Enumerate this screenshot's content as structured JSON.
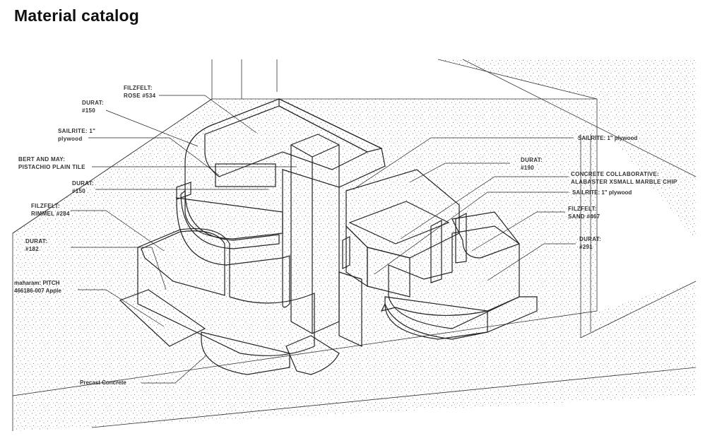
{
  "header": {
    "title": "Material catalog"
  },
  "colors": {
    "pink": "#e7a4d3",
    "pink_dark": "#b883a8",
    "blue": "#6e98d0",
    "blue_light": "#a9c2e4",
    "yellow": "#e0ec50",
    "tan": "#c7b16f",
    "tan_dark": "#a68f52",
    "teal": "#2f6f66",
    "mint": "#c9eee2",
    "grey_green": "#a7b5a5",
    "stipple": "#555555"
  },
  "labels": [
    {
      "id": "filzfelt-rose",
      "lines": [
        "FILZFELT:",
        "ROSE #534"
      ]
    },
    {
      "id": "durat-150-a",
      "lines": [
        "DURAT:",
        "#150"
      ]
    },
    {
      "id": "sailrite-a",
      "lines": [
        "SAILRITE: 1\"",
        "plywood"
      ]
    },
    {
      "id": "bert-and-may",
      "lines": [
        "BERT AND MAY:",
        "PISTACHIO PLAIN TILE"
      ]
    },
    {
      "id": "durat-150-b",
      "lines": [
        "DURAT:",
        "#150"
      ]
    },
    {
      "id": "filzfelt-rimmel",
      "lines": [
        "FILZFELT:",
        "RIMMEL #284"
      ]
    },
    {
      "id": "durat-182",
      "lines": [
        "DURAT:",
        "#182"
      ]
    },
    {
      "id": "maharam-pitch",
      "lines": [
        "maharam: PITCH",
        "466186-007 Apple"
      ]
    },
    {
      "id": "precast-concrete",
      "lines": [
        "Precast Concrete"
      ]
    },
    {
      "id": "sailrite-b",
      "lines": [
        "SAILRITE: 1\" plywood"
      ]
    },
    {
      "id": "durat-190",
      "lines": [
        "DURAT:",
        "#190"
      ]
    },
    {
      "id": "concrete-collaborative",
      "lines": [
        "CONCRETE COLLABORATIVE:",
        "ALABASTER XSMALL MARBLE CHIP"
      ]
    },
    {
      "id": "sailrite-c",
      "lines": [
        "SAILRITE: 1\" plywood"
      ]
    },
    {
      "id": "filzfelt-sand",
      "lines": [
        "FILZFELT:",
        "SAND #467"
      ]
    },
    {
      "id": "durat-291",
      "lines": [
        "DURAT:",
        "#291"
      ]
    }
  ]
}
